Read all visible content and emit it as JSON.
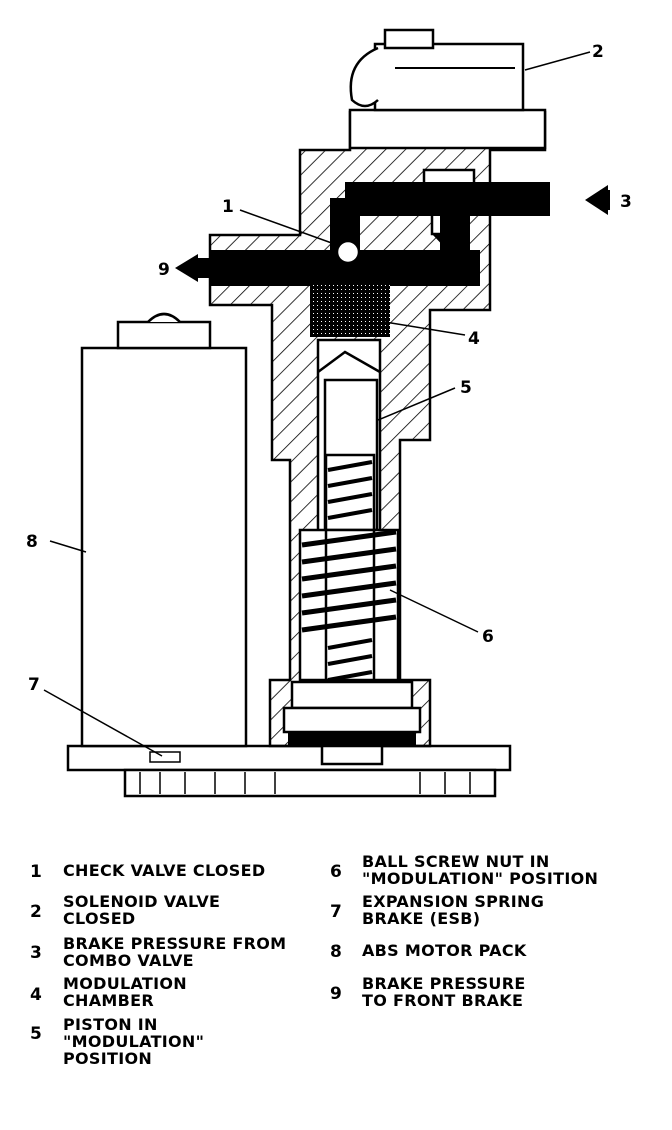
{
  "callouts": [
    "1",
    "2",
    "3",
    "4",
    "5",
    "6",
    "7",
    "8",
    "9"
  ],
  "legend": [
    {
      "num": "1",
      "text": "CHECK VALVE CLOSED"
    },
    {
      "num": "2",
      "text": "SOLENOID VALVE\nCLOSED"
    },
    {
      "num": "3",
      "text": "BRAKE PRESSURE FROM\nCOMBO  VALVE"
    },
    {
      "num": "4",
      "text": "MODULATION\nCHAMBER"
    },
    {
      "num": "5",
      "text": "PISTON IN\n\"MODULATION\"\nPOSITION"
    },
    {
      "num": "6",
      "text": "BALL SCREW NUT IN\n\"MODULATION\" POSITION"
    },
    {
      "num": "7",
      "text": "EXPANSION SPRING\nBRAKE (ESB)"
    },
    {
      "num": "8",
      "text": "ABS MOTOR PACK"
    },
    {
      "num": "9",
      "text": "BRAKE PRESSURE\nTO FRONT BRAKE"
    }
  ],
  "colors": {
    "ink": "#000000",
    "paper": "#ffffff"
  }
}
